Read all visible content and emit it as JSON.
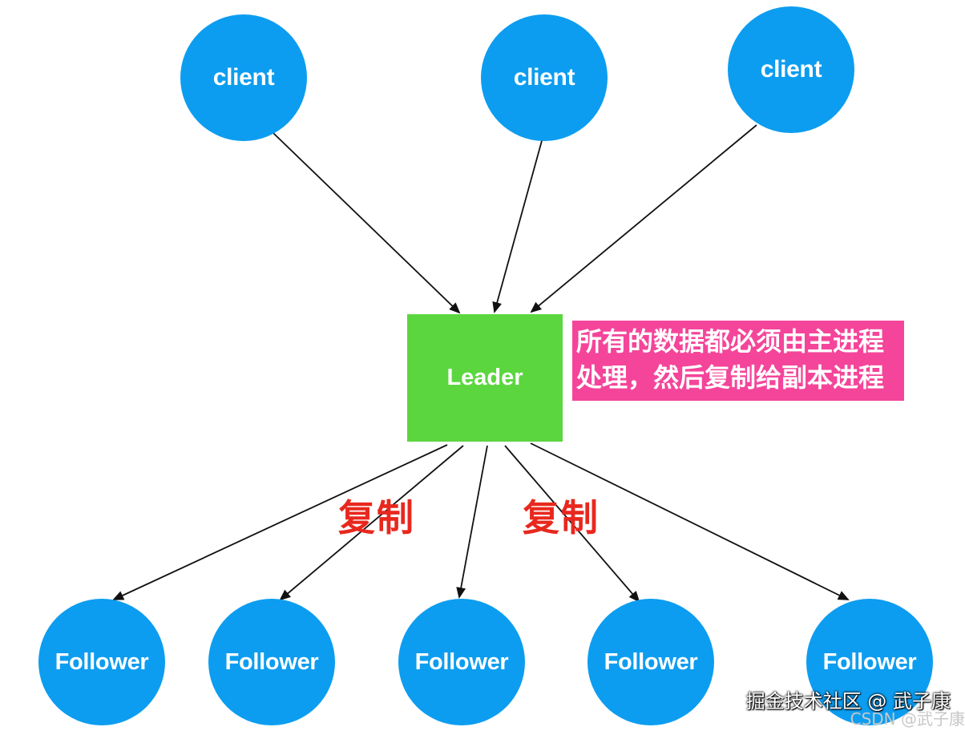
{
  "colors": {
    "node": "#0c9df0",
    "leader": "#5bd63f",
    "note": "#f4459a",
    "copy_label": "#e8281e",
    "edge": "#111111"
  },
  "clients": [
    {
      "label": "client"
    },
    {
      "label": "client"
    },
    {
      "label": "client"
    }
  ],
  "leader": {
    "label": "Leader"
  },
  "note": {
    "line1": "所有的数据都必须由主进程",
    "line2": "处理，然后复制给副本进程"
  },
  "copy_labels": [
    "复制",
    "复制"
  ],
  "followers": [
    {
      "label": "Follower"
    },
    {
      "label": "Follower"
    },
    {
      "label": "Follower"
    },
    {
      "label": "Follower"
    },
    {
      "label": "Follower"
    }
  ],
  "watermark": {
    "primary": "掘金技术社区 @ 武子康",
    "secondary": "CSDN @武子康"
  }
}
